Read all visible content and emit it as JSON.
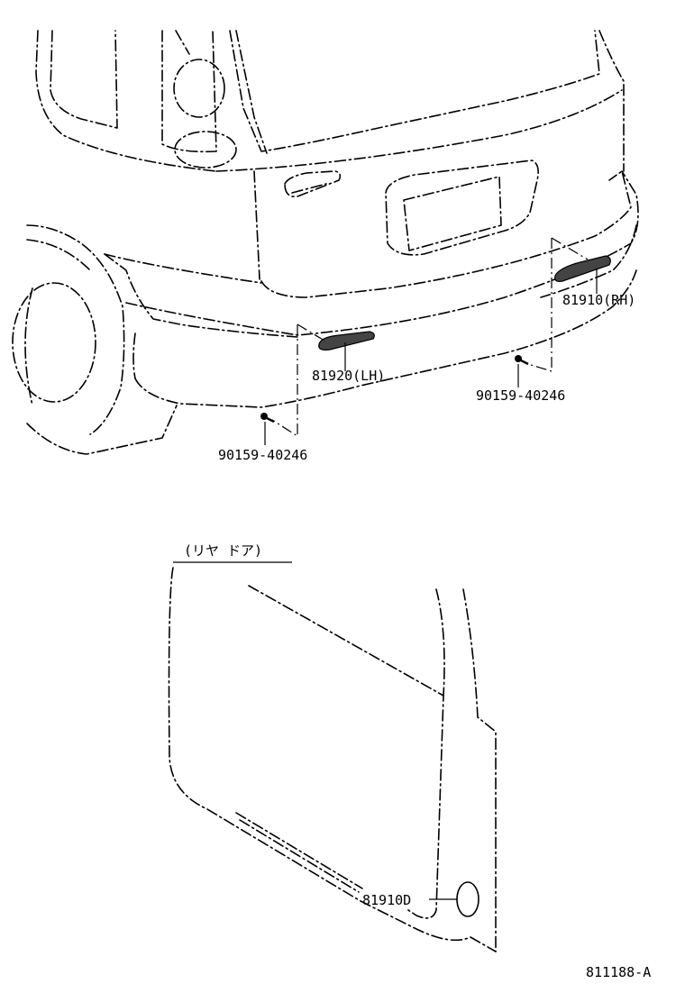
{
  "labels": {
    "rh_reflector": "81910(RH)",
    "lh_reflector": "81920(LH)",
    "screw_rh": "90159-40246",
    "screw_lh": "90159-40246",
    "rear_door_section": "(リヤ ドア)",
    "door_reflector": "81910D",
    "diagram_code": "811188-A"
  }
}
